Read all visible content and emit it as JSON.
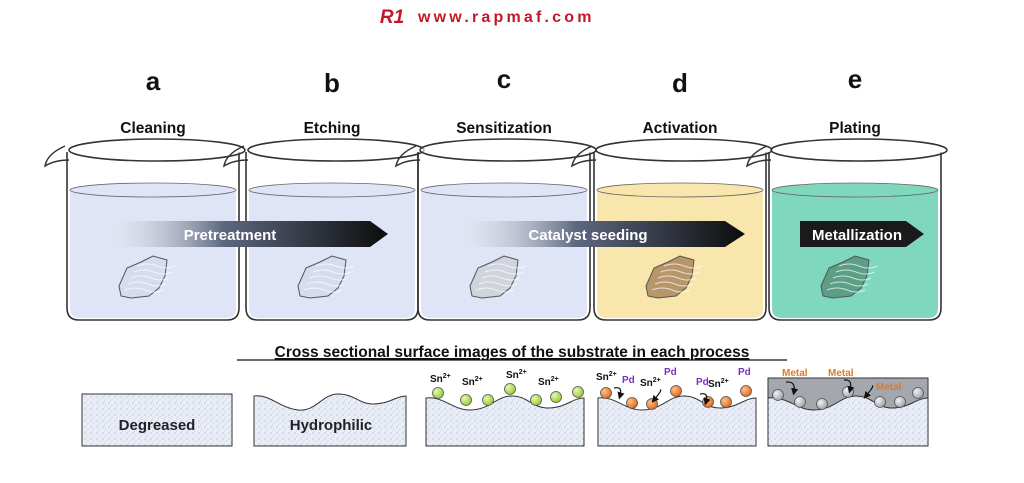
{
  "header": {
    "logo_text": "R1",
    "site": "www.rapmaf.com"
  },
  "colors": {
    "brand_red": "#c4162a",
    "brand_navy": "#1b2a55",
    "tin": "#a6db3f",
    "palladium": "#f07d2a",
    "pd_label": "#7b2fbe",
    "metal_label": "#e07a22",
    "arrow": "#111111"
  },
  "steps": [
    {
      "letter": "a",
      "name": "Cleaning",
      "liquid": "#dfe5f6"
    },
    {
      "letter": "b",
      "name": "Etching",
      "liquid": "#dfe5f6"
    },
    {
      "letter": "c",
      "name": "Sensitization",
      "liquid": "#dfe5f6"
    },
    {
      "letter": "d",
      "name": "Activation",
      "liquid": "#f8e6ad"
    },
    {
      "letter": "e",
      "name": "Plating",
      "liquid": "#7fd8bd"
    }
  ],
  "arrows": {
    "pretreatment": "Pretreatment",
    "catalyst": "Catalyst seeding",
    "metallization": "Metallization"
  },
  "section_title": "Cross sectional surface images of the substrate in each process",
  "panels": {
    "degreased": "Degreased",
    "hydrophilic": "Hydrophilic",
    "tin_label": "Sn",
    "tin_charge": "2+",
    "pd_label": "Pd",
    "metal_label": "Metal"
  }
}
